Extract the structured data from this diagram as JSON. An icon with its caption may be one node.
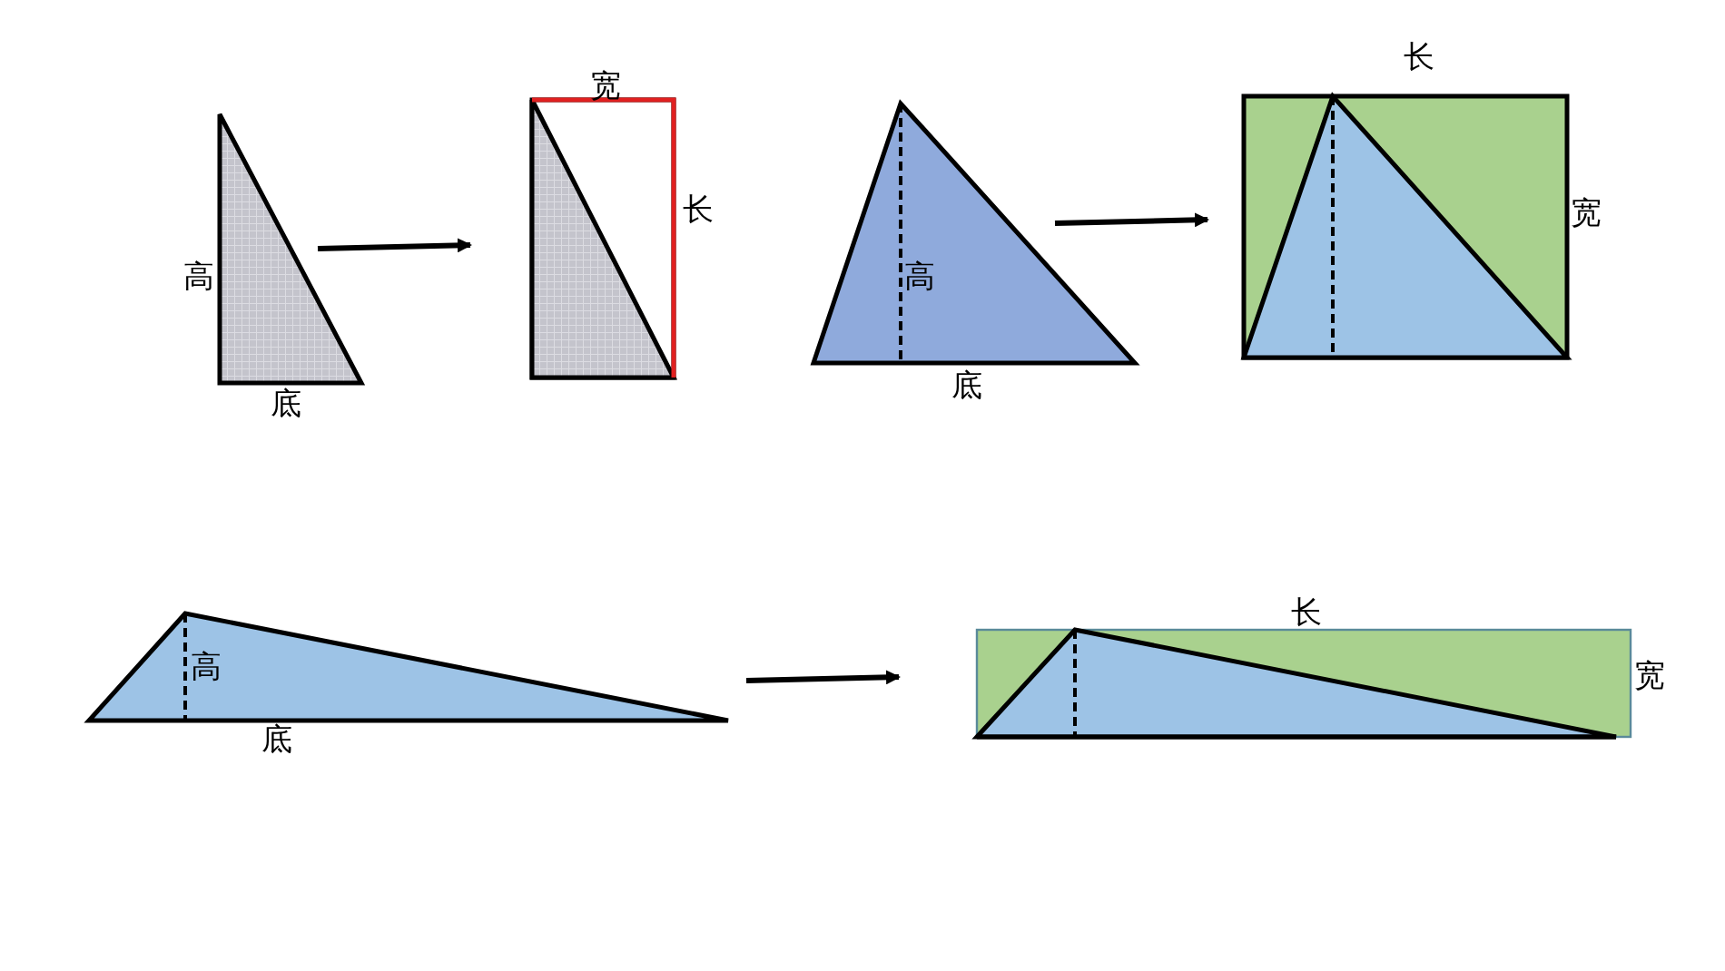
{
  "diagram": {
    "nodes": [
      {
        "text": [],
        "shape": "triangle",
        "beside": [
          "高",
          "底"
        ]
      },
      {
        "text": [],
        "shape": "box",
        "beside": [
          "宽",
          "长"
        ]
      },
      {
        "text": [
          "高"
        ],
        "beside": [
          "底"
        ]
      },
      {
        "text": [],
        "shape": "box",
        "beside": [
          "长",
          "宽"
        ]
      },
      {
        "text": [
          "高"
        ],
        "beside": [
          "底"
        ]
      },
      {
        "text": [],
        "shape": "box",
        "beside": [
          "长",
          "宽"
        ]
      }
    ],
    "edges": [
      {
        "from": 0,
        "to": 1,
        "arrow": "to"
      },
      {
        "from": 2,
        "to": 3,
        "arrow": "to"
      },
      {
        "from": 4,
        "to": 5,
        "arrow": "to"
      }
    ]
  }
}
